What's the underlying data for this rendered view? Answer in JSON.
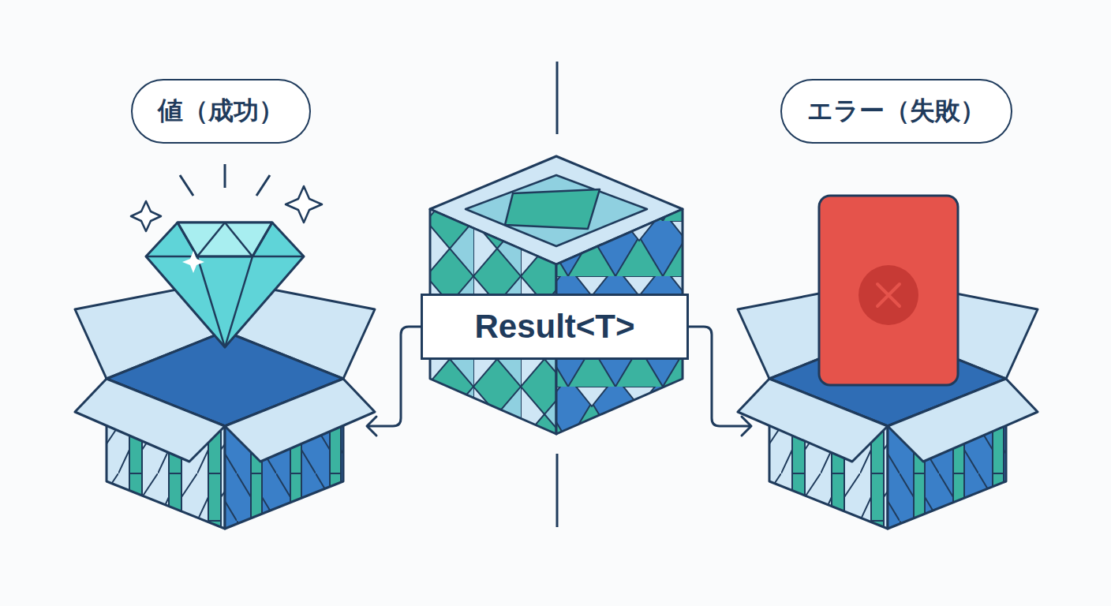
{
  "diagram": {
    "nodes": [
      {
        "text": [
          "値（成功）"
        ]
      },
      {
        "text": [
          "Result<T>"
        ]
      },
      {
        "text": [
          "エラー（失敗）"
        ]
      }
    ],
    "edges": [
      {
        "from": 1,
        "to": 0,
        "arrow": "to"
      },
      {
        "from": 1,
        "to": 2,
        "arrow": "to"
      }
    ]
  }
}
